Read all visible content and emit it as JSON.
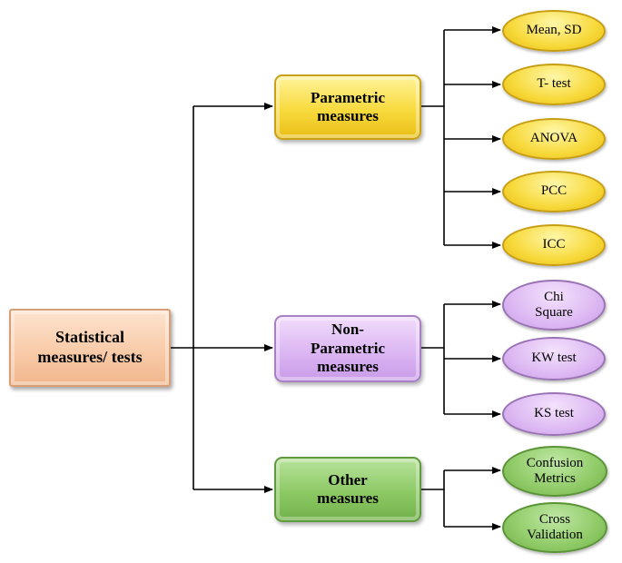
{
  "root": {
    "label": "Statistical\nmeasures/ tests",
    "color": "#f8c9a6"
  },
  "categories": [
    {
      "label": "Parametric\nmeasures",
      "color": "#f8da3d"
    },
    {
      "label": "Non-\nParametric\nmeasures",
      "color": "#dcb7f3"
    },
    {
      "label": "Other\nmeasures",
      "color": "#8cc964"
    }
  ],
  "tests": {
    "parametric": [
      "Mean, SD",
      "T- test",
      "ANOVA",
      "PCC",
      "ICC"
    ],
    "non_parametric": [
      "Chi\nSquare",
      "KW test",
      "KS test"
    ],
    "other": [
      "Confusion\nMetrics",
      "Cross\nValidation"
    ]
  }
}
